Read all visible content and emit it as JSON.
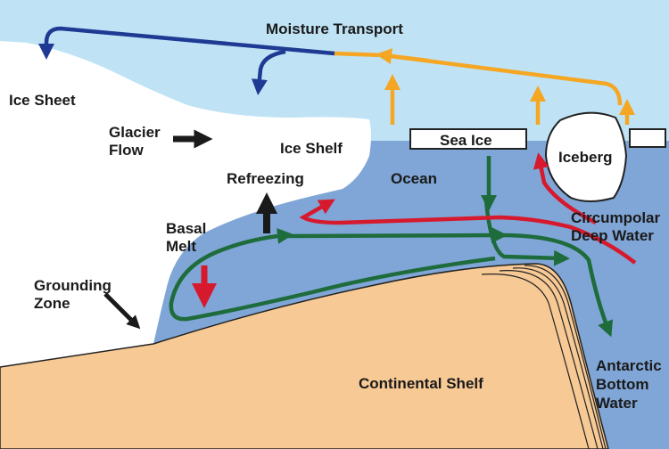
{
  "labels": {
    "moisture_transport": "Moisture Transport",
    "ice_sheet": "Ice Sheet",
    "glacier_flow_1": "Glacier",
    "glacier_flow_2": "Flow",
    "ice_shelf": "Ice Shelf",
    "sea_ice": "Sea Ice",
    "iceberg": "Iceberg",
    "refreezing": "Refreezing",
    "ocean": "Ocean",
    "basal_melt_1": "Basal",
    "basal_melt_2": "Melt",
    "circumpolar_1": "Circumpolar",
    "circumpolar_2": "Deep Water",
    "grounding_zone_1": "Grounding",
    "grounding_zone_2": "Zone",
    "continental_shelf": "Continental Shelf",
    "aabw_1": "Antarctic",
    "aabw_2": "Bottom",
    "aabw_3": "Water"
  },
  "colors": {
    "sky": "#bfe3f5",
    "ocean": "#7fa6d6",
    "ice": "#ffffff",
    "shelf": "#f7c995",
    "moisture_blue": "#1f3a93",
    "moisture_orange": "#f5a623",
    "green": "#1e6b3b",
    "red": "#d7192e",
    "black": "#1a1a1a"
  }
}
